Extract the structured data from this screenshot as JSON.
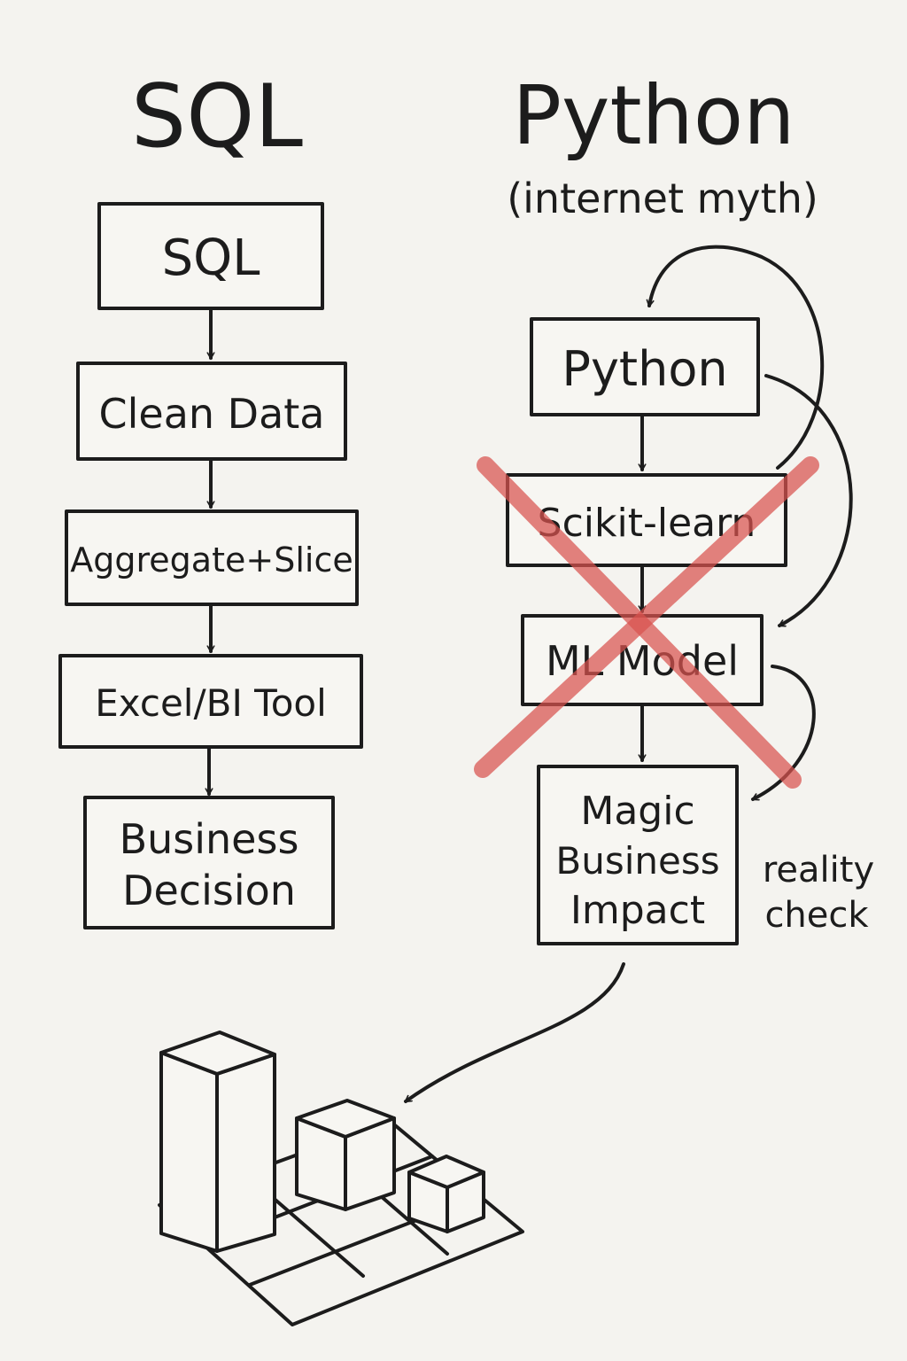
{
  "left": {
    "title": "SQL",
    "steps": [
      "SQL",
      "Clean Data",
      "Aggregate+Slice",
      "Excel/BI Tool",
      "Business",
      "Decision"
    ]
  },
  "right": {
    "title": "Python",
    "subtitle": "(internet myth)",
    "steps": [
      "Python",
      "Scikit-learn",
      "ML Model",
      "Magic",
      "Business",
      "Impact"
    ],
    "note_line1": "reality",
    "note_line2": "check"
  },
  "colors": {
    "ink": "#1c1c1c",
    "cross": "#d9534f",
    "paper": "#f4f3ef"
  }
}
